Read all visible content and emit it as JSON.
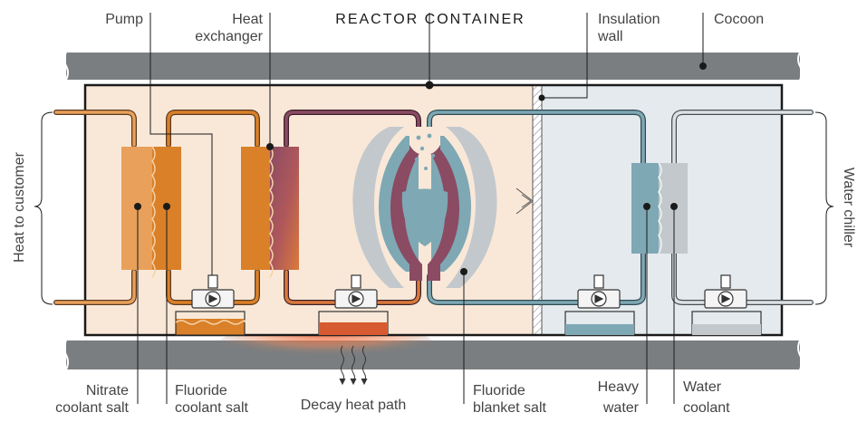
{
  "title": "REACTOR CONTAINER",
  "labels": {
    "pump": "Pump",
    "heat_exchanger_1": "Heat",
    "heat_exchanger_2": "exchanger",
    "insulation_wall_1": "Insulation",
    "insulation_wall_2": "wall",
    "cocoon": "Cocoon",
    "heat_to_customer": "Heat to customer",
    "water_chiller": "Water chiller",
    "nitrate_1": "Nitrate",
    "nitrate_2": "coolant salt",
    "fluoride_coolant_1": "Fluoride",
    "fluoride_coolant_2": "coolant salt",
    "decay_heat": "Decay heat path",
    "fluoride_blanket_1": "Fluoride",
    "fluoride_blanket_2": "blanket salt",
    "heavy_water_1": "Heavy",
    "heavy_water_2": "water",
    "water_coolant_1": "Water",
    "water_coolant_2": "coolant"
  },
  "colors": {
    "nitrate": "#e8a05a",
    "fluoride_coolant": "#d98028",
    "fuel_salt": "#8a4b63",
    "blanket": "#7ea8b4",
    "water": "#c3c8cc",
    "warm_zone": "#f9e8d8",
    "cool_zone": "#e4eaee",
    "cocoon": "#7b7e80"
  }
}
